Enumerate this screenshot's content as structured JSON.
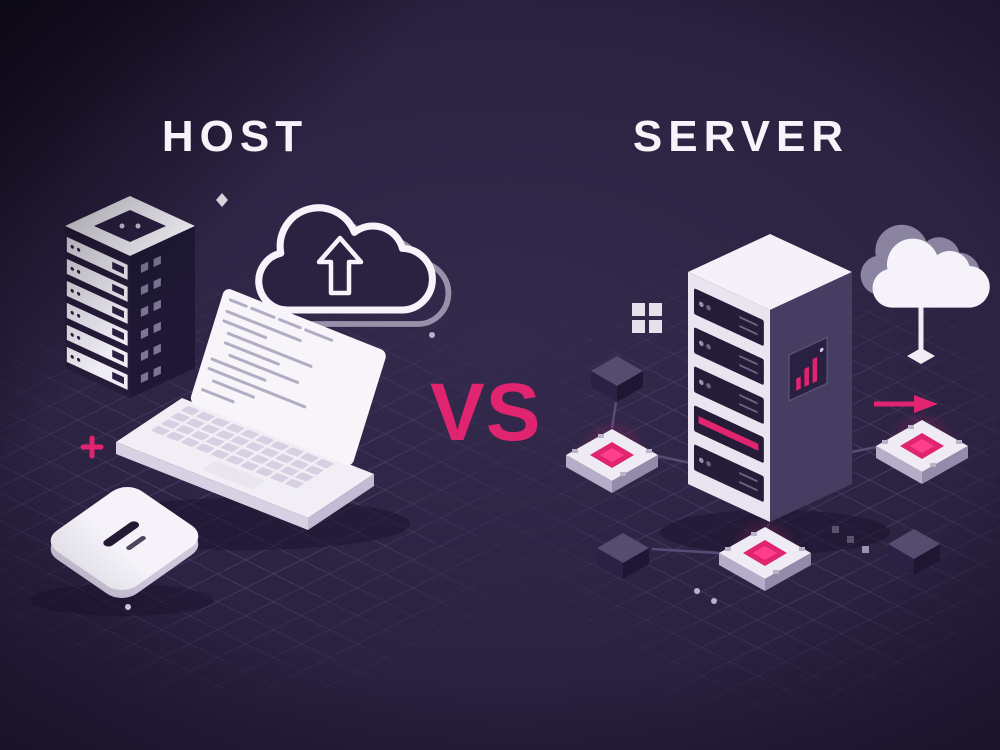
{
  "page": {
    "background_color": "#2b2140",
    "accent_color": "#e0246f",
    "grid_color": "#9682c8",
    "text_color": "#f6f4fa"
  },
  "left_panel": {
    "title": "HOST",
    "icons": [
      "server-rack-icon",
      "cloud-upload-icon",
      "laptop-code-icon",
      "tablet-icon",
      "plus-decoration"
    ]
  },
  "divider": {
    "vs_label": "VS"
  },
  "right_panel": {
    "title": "SERVER",
    "icons": [
      "server-tower-icon",
      "cloud-network-icon",
      "chip-node-icon",
      "cube-icon",
      "arrow-right-icon"
    ]
  }
}
